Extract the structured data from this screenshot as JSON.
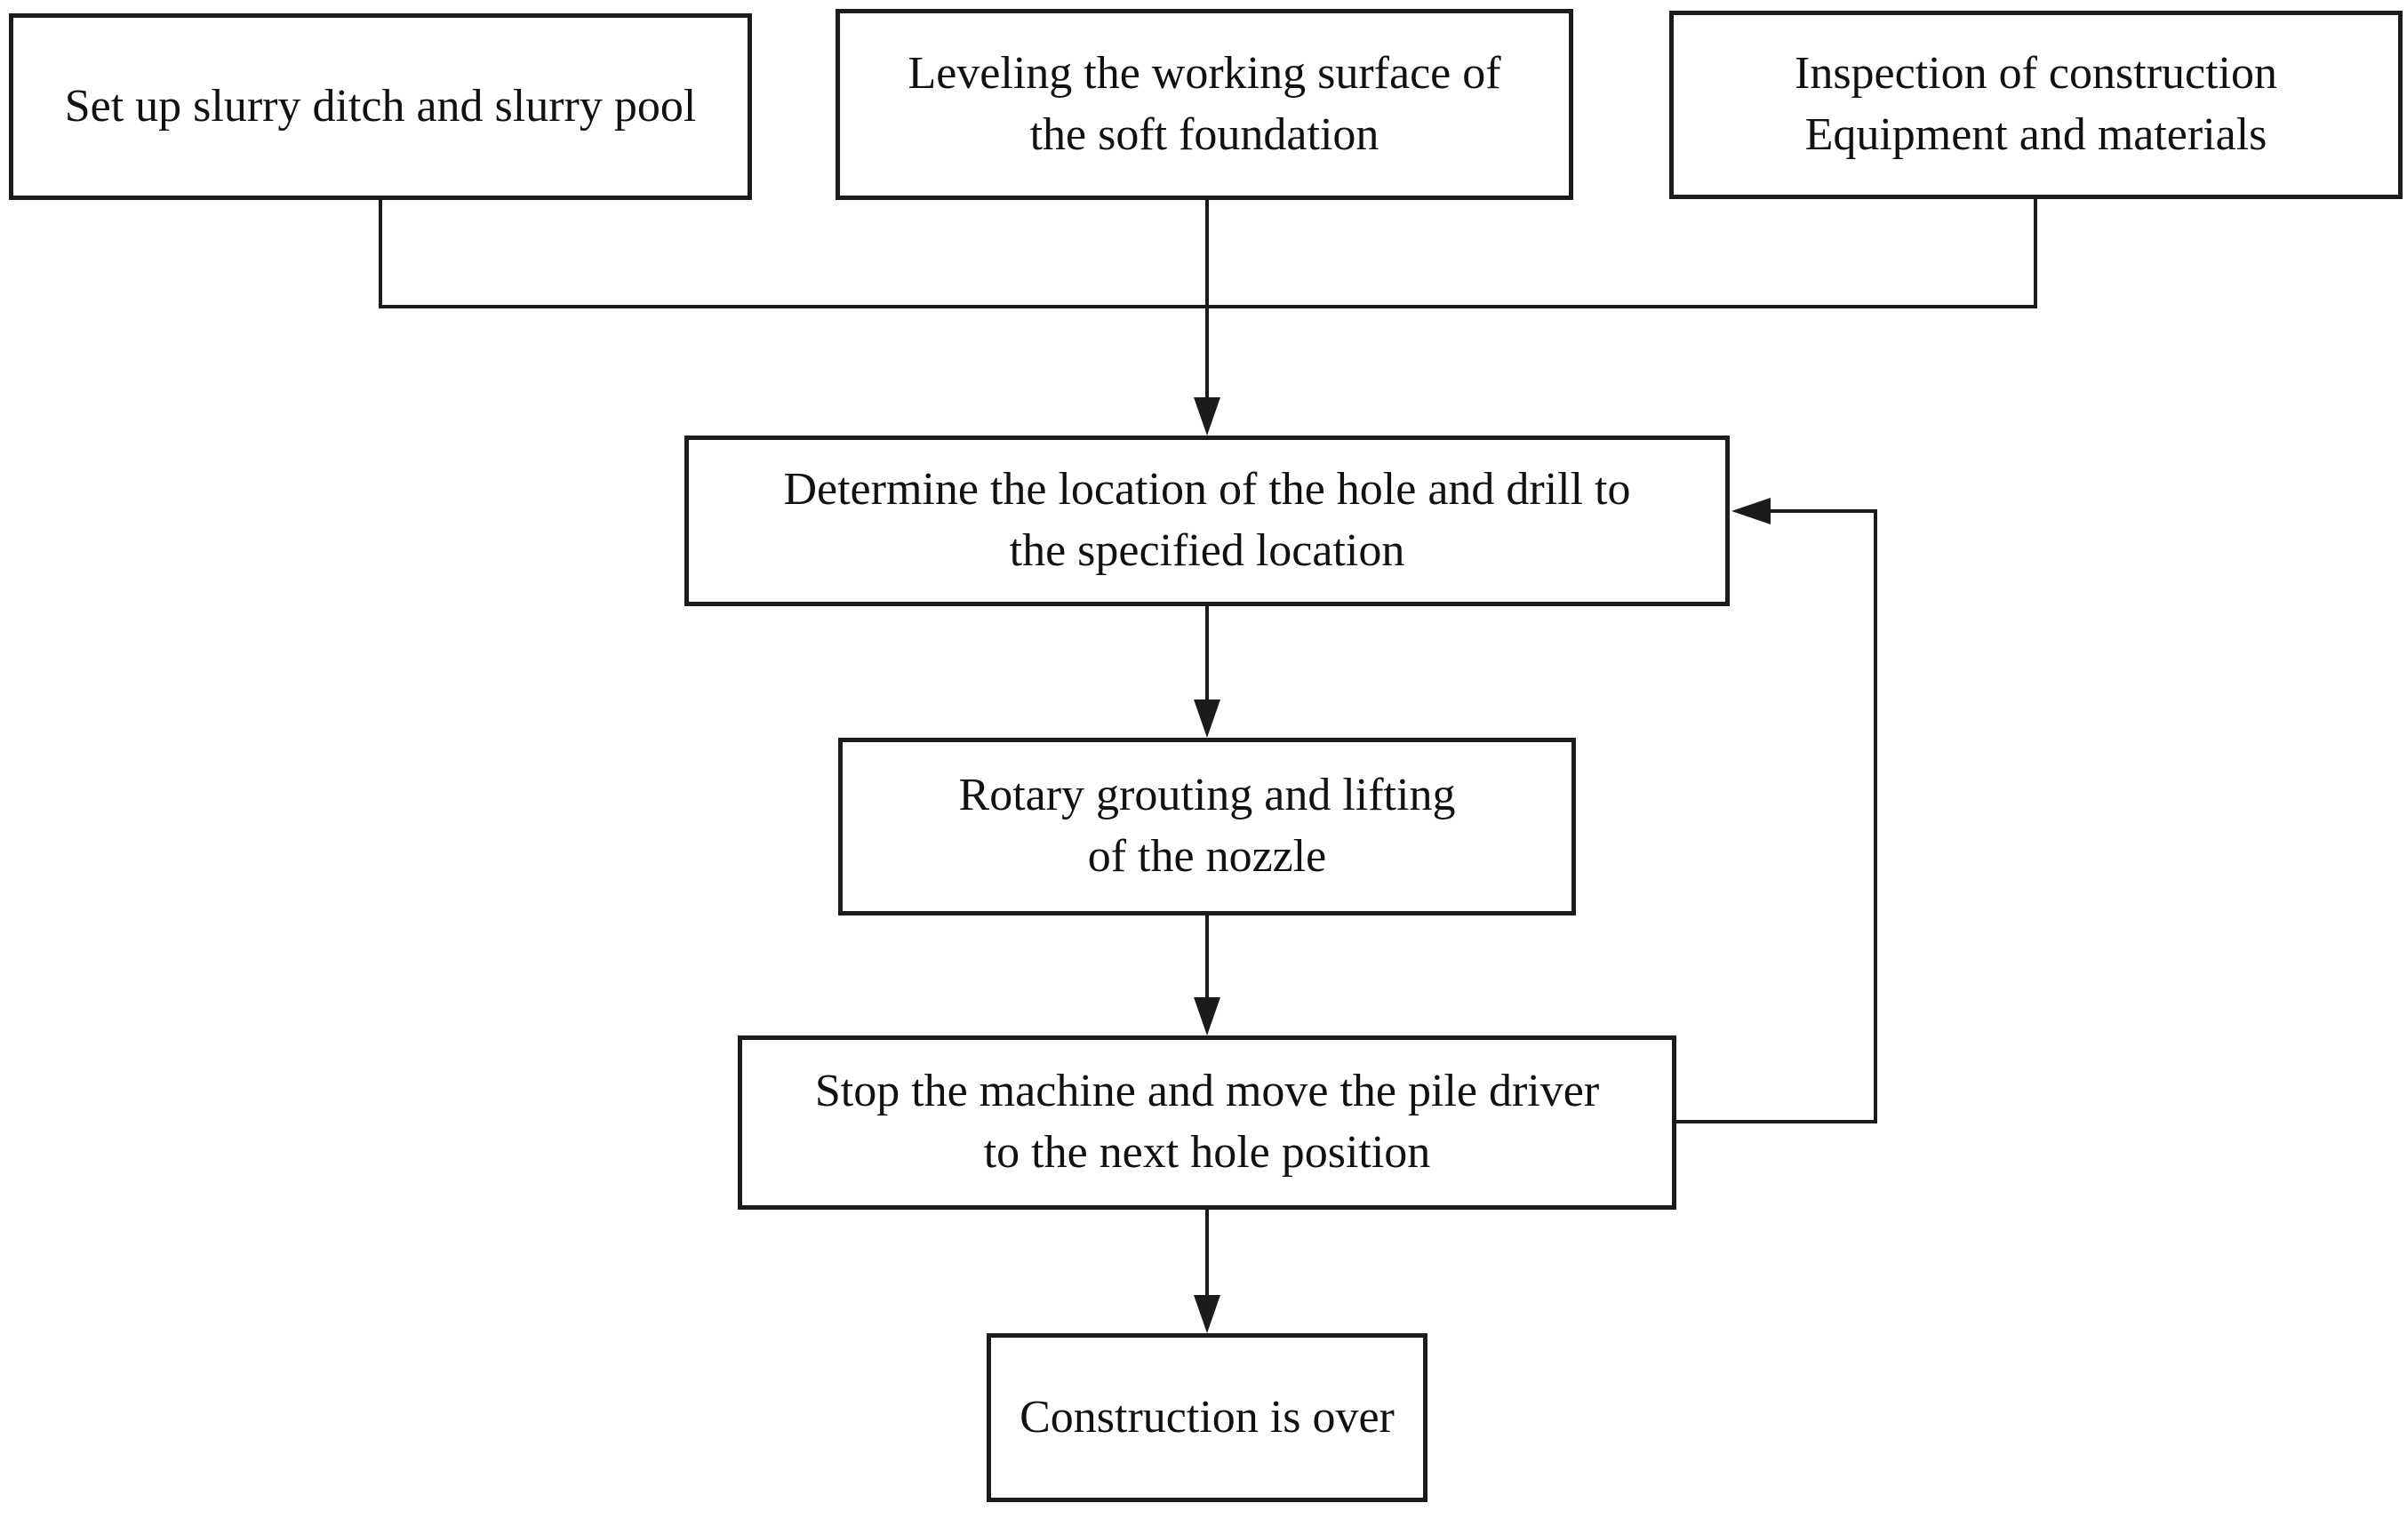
{
  "diagram": {
    "type": "flowchart",
    "background": "#ffffff",
    "line_color": "#1b1b1b",
    "text_color": "#111111",
    "box_fill": "#ffffff"
  },
  "nodes": [
    {
      "id": "setup-slurry",
      "text": "Set up slurry ditch and slurry pool"
    },
    {
      "id": "leveling",
      "text": "Leveling the working surface of\nthe soft foundation"
    },
    {
      "id": "inspection",
      "text": "Inspection of construction\nEquipment and materials"
    },
    {
      "id": "determine-hole",
      "text": "Determine the location of the hole and drill to\nthe specified location"
    },
    {
      "id": "rotary-grouting",
      "text": "Rotary grouting and lifting\nof the nozzle"
    },
    {
      "id": "stop-move",
      "text": "Stop the machine and move the pile driver\nto the next hole position"
    },
    {
      "id": "construction-over",
      "text": "Construction is over"
    }
  ],
  "edges": [
    {
      "from": "setup-slurry",
      "to": "determine-hole",
      "style": "merge-connector"
    },
    {
      "from": "leveling",
      "to": "determine-hole",
      "style": "arrow"
    },
    {
      "from": "inspection",
      "to": "determine-hole",
      "style": "merge-connector"
    },
    {
      "from": "determine-hole",
      "to": "rotary-grouting",
      "style": "arrow"
    },
    {
      "from": "rotary-grouting",
      "to": "stop-move",
      "style": "arrow"
    },
    {
      "from": "stop-move",
      "to": "determine-hole",
      "style": "feedback-loop-right"
    },
    {
      "from": "stop-move",
      "to": "construction-over",
      "style": "arrow"
    }
  ]
}
